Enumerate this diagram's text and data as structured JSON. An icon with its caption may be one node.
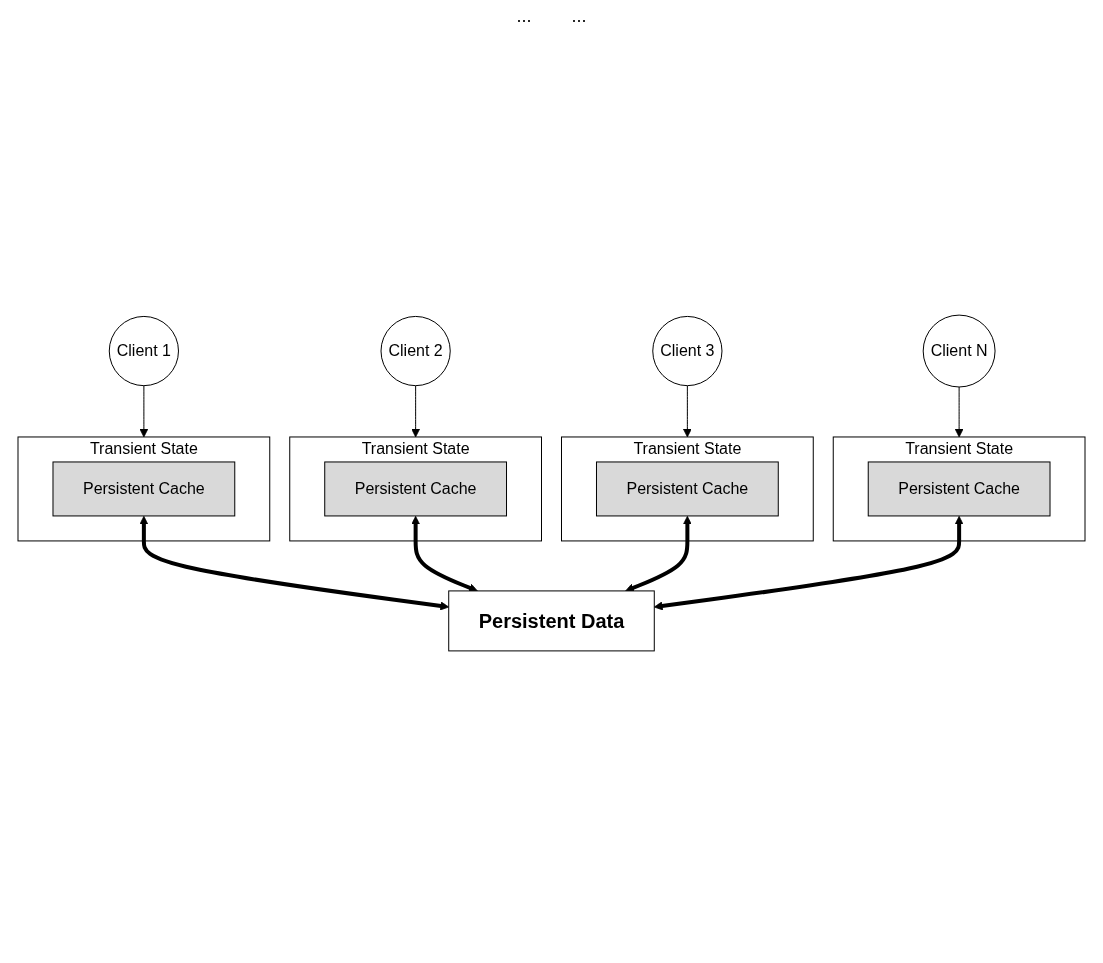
{
  "diagram": {
    "nodes": [
      {
        "text": [
          "Client 1"
        ]
      },
      {
        "text": [
          "Client 2"
        ]
      },
      {
        "text": [
          "Client 3"
        ]
      },
      {
        "text": [
          "Client N"
        ]
      },
      {
        "text": [
          "Transient State"
        ]
      },
      {
        "text": [
          "Persistent Cache"
        ],
        "in": 4
      },
      {
        "text": [
          "Transient State"
        ]
      },
      {
        "text": [
          "Persistent Cache"
        ],
        "in": 6
      },
      {
        "text": [
          "Transient State"
        ]
      },
      {
        "text": [
          "Persistent Cache"
        ],
        "in": 8
      },
      {
        "text": [
          "Transient State"
        ]
      },
      {
        "text": [
          "Persistent Cache"
        ],
        "in": 10
      },
      {
        "text": [
          "Persistent Data"
        ]
      }
    ],
    "edges": [
      {
        "from": 0,
        "to": 4,
        "arrow": "to"
      },
      {
        "from": 1,
        "to": 6,
        "arrow": "to"
      },
      {
        "from": 2,
        "to": 8,
        "arrow": "to"
      },
      {
        "from": 3,
        "to": 10,
        "arrow": "to"
      },
      {
        "from": 5,
        "to": 12,
        "arrow": "both",
        "style": "thick"
      },
      {
        "from": 7,
        "to": 12,
        "arrow": "both",
        "style": "thick"
      },
      {
        "from": 9,
        "to": 12,
        "arrow": "both",
        "style": "thick"
      },
      {
        "from": 11,
        "to": 12,
        "arrow": "both",
        "style": "thick"
      }
    ],
    "labels": [
      "...",
      "..."
    ]
  }
}
